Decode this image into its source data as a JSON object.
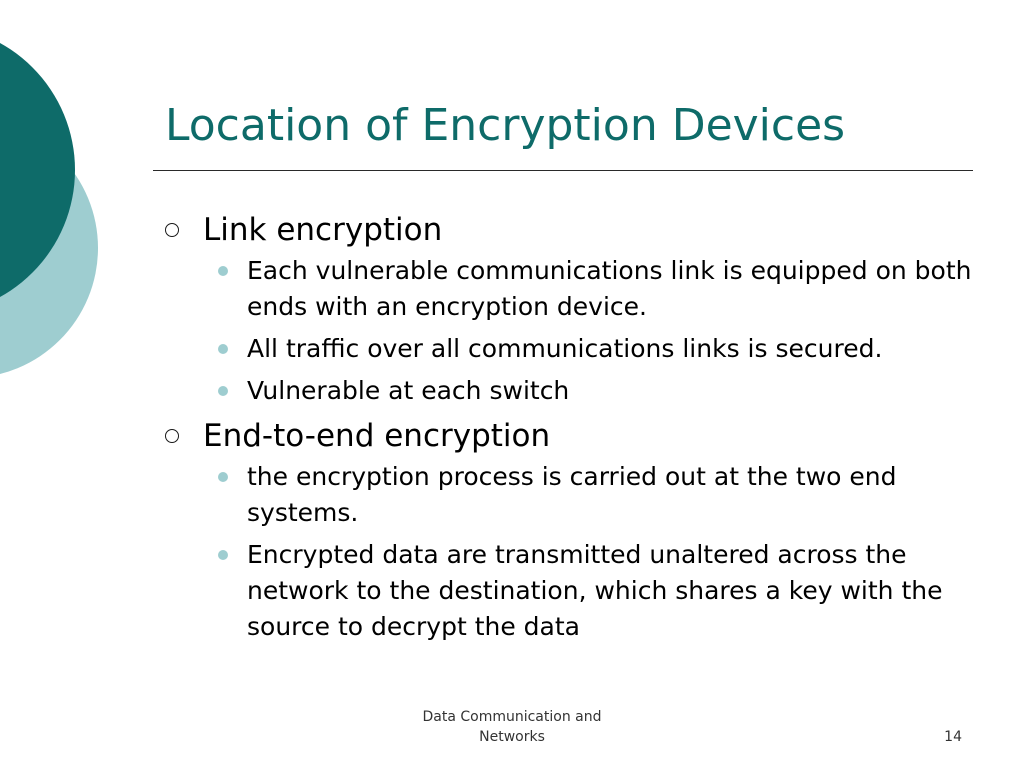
{
  "slide": {
    "title": "Location of Encryption Devices",
    "colors": {
      "title": "#0e6b69",
      "circle_dark": "#0e6b69",
      "circle_light": "#9ecdd0",
      "sub_bullet": "#9ecdd0"
    },
    "bullets": [
      {
        "text": "Link encryption",
        "sub": [
          "Each vulnerable communications link is equipped on both ends with an encryption device.",
          "All traffic over all communications links is secured.",
          "Vulnerable at each switch"
        ]
      },
      {
        "text": "End-to-end encryption",
        "sub": [
          "the encryption process is carried out at the two end systems.",
          "Encrypted data are transmitted unaltered across the network to the destination, which shares a key with the source  to decrypt the data"
        ]
      }
    ],
    "footer": {
      "center_line1": "Data Communication and",
      "center_line2": "Networks",
      "page_number": "14"
    }
  }
}
